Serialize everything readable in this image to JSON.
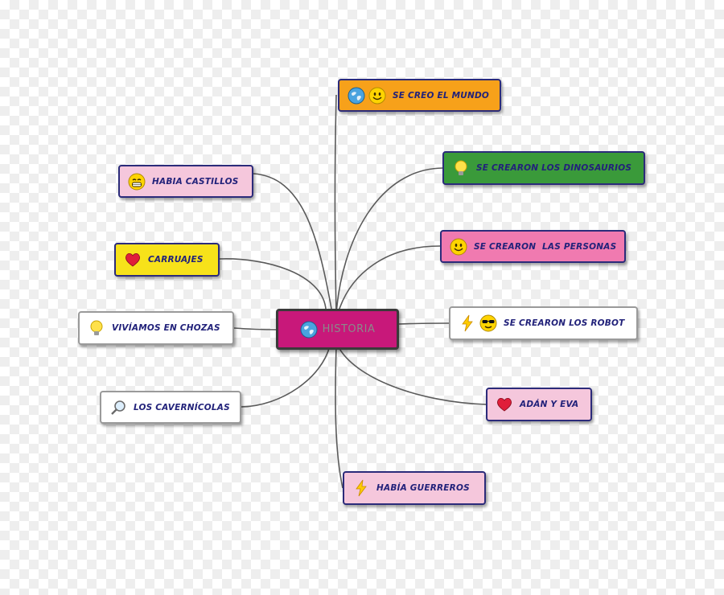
{
  "root": {
    "label": "HISTORIA",
    "icon": "globe-icon",
    "color": "#c8187a"
  },
  "branches": [
    {
      "id": "se-creo-el-mundo",
      "label": "SE CREO EL MUNDO",
      "icons": [
        "globe-icon",
        "smiley-icon"
      ],
      "color": "#f7a11a"
    },
    {
      "id": "se-crearon-los-dinosaurios",
      "label": "SE CREARON LOS DINOSAURIOS",
      "icons": [
        "lightbulb-icon"
      ],
      "color": "#3a9a3a"
    },
    {
      "id": "se-crearon-las-personas",
      "label": "SE CREARON  LAS PERSONAS",
      "icons": [
        "smiley-icon"
      ],
      "color": "#f07ab0"
    },
    {
      "id": "se-crearon-los-robot",
      "label": "SE CREARON LOS ROBOT",
      "icons": [
        "lightning-icon",
        "cool-smiley-icon"
      ],
      "color": "#ffffff"
    },
    {
      "id": "adan-y-eva",
      "label": "ADÁN Y EVA",
      "icons": [
        "heart-icon"
      ],
      "color": "#f5c7dc"
    },
    {
      "id": "habia-guerreros",
      "label": "HABÍA GUERREROS",
      "icons": [
        "lightning-icon"
      ],
      "color": "#f5c7dc"
    },
    {
      "id": "los-cavernicolas",
      "label": "LOS CAVERNÍCOLAS",
      "icons": [
        "magnifier-icon"
      ],
      "color": "#ffffff"
    },
    {
      "id": "viviamos-en-chozas",
      "label": "VIVÍAMOS EN CHOZAS",
      "icons": [
        "lightbulb-icon"
      ],
      "color": "#ffffff"
    },
    {
      "id": "carruajes",
      "label": "CARRUAJES",
      "icons": [
        "heart-icon"
      ],
      "color": "#f7e21a"
    },
    {
      "id": "habia-castillos",
      "label": "HABIA CASTILLOS",
      "icons": [
        "grin-icon"
      ],
      "color": "#f5c7dc"
    }
  ]
}
